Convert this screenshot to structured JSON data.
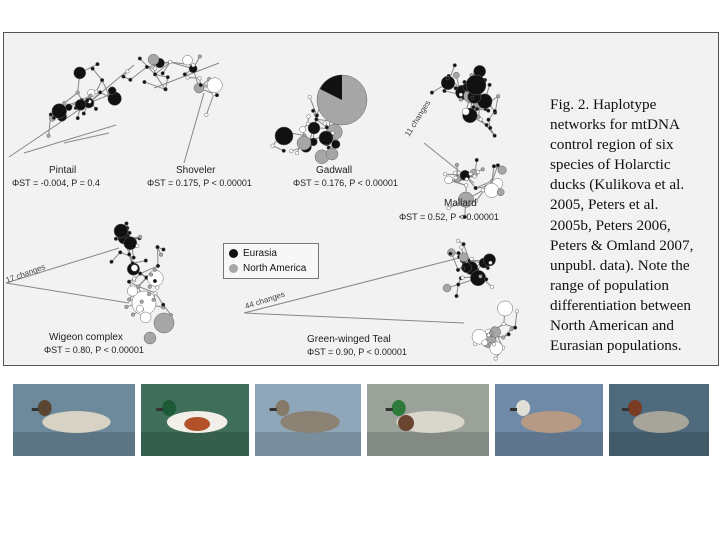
{
  "figure": {
    "networks": [
      {
        "name": "Pintail",
        "stat": "ΦST = -0.004, P = 0.4"
      },
      {
        "name": "Shoveler",
        "stat": "ΦST = 0.175, P < 0.00001"
      },
      {
        "name": "Gadwall",
        "stat": "ΦST = 0.176, P < 0.00001"
      },
      {
        "name": "Mallard",
        "stat": "ΦST = 0.52, P < 0.00001"
      },
      {
        "name": "Wigeon complex",
        "stat": "ΦST = 0.80, P < 0.00001"
      },
      {
        "name": "Green-winged Teal",
        "stat": "ΦST = 0.90, P < 0.00001"
      }
    ],
    "change_labels": {
      "mallard": "11 changes",
      "wigeon": "17 changes",
      "teal": "44 changes"
    },
    "legend": [
      {
        "label": "Eurasia",
        "color": "#111111"
      },
      {
        "label": "North America",
        "color": "#a6a6a6"
      }
    ]
  },
  "caption": {
    "lines": [
      "    Fig. 2. Haplotype",
      "networks for mtDNA",
      "control region of six",
      "species of Holarctic",
      "ducks (Kulikova et al.",
      "2005, Peters et al.",
      "2005b, Peters 2006,",
      "Peters & Omland 2007,",
      "unpubl. data). Note the",
      "range of population",
      "differentiation between",
      "North American and",
      "Eurasian populations."
    ]
  },
  "photos": [
    {
      "label": "pintail-photo",
      "water": "#6d8a9c",
      "body": "#d8d2c4",
      "head": "#5a4632"
    },
    {
      "label": "shoveler-photo",
      "water": "#3f6f5a",
      "body": "#f1efe8",
      "head": "#1d5a36",
      "flank": "#b2512a"
    },
    {
      "label": "gadwall-photo",
      "water": "#8fa7b8",
      "body": "#8c8274",
      "head": "#857967"
    },
    {
      "label": "mallard-photo",
      "water": "#9aa29a",
      "body": "#d9d6cc",
      "head": "#2e7a3a",
      "breast": "#6a4630"
    },
    {
      "label": "wigeon-photo",
      "water": "#6f8aa6",
      "body": "#b79a84",
      "head": "#e0dfd8"
    },
    {
      "label": "teal-photo",
      "water": "#4f6a7c",
      "body": "#a7a49a",
      "head": "#7a3b22"
    }
  ]
}
